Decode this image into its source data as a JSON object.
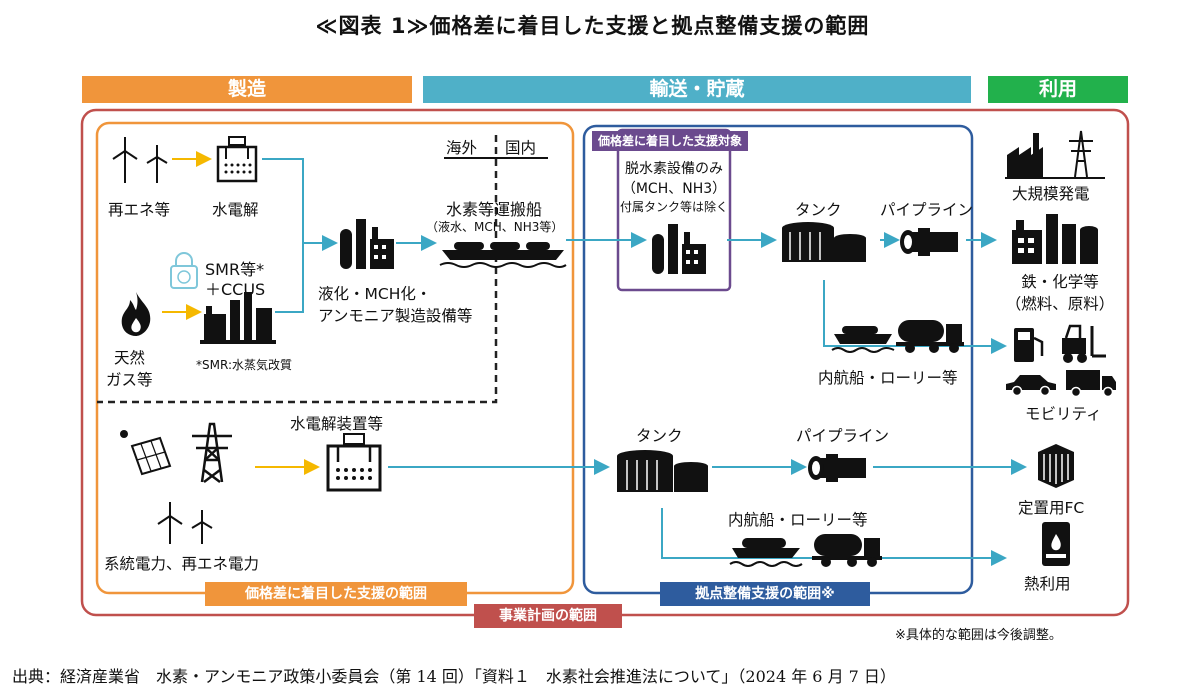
{
  "title": "≪図表 1≫価格差に着目した支援と拠点整備支援の範囲",
  "bands": {
    "manufacturing": "製造",
    "transport": "輸送・貯蔵",
    "use": "利用"
  },
  "colors": {
    "orange": "#F0953B",
    "teal": "#4FB0C8",
    "green": "#22B14C",
    "red": "#C0504D",
    "blue": "#2E5C9E",
    "purple": "#6B4A8E",
    "arrow": "#3BA7C4",
    "yellow_arrow": "#F5B800"
  },
  "nodes": {
    "renewables": "再エネ等",
    "electrolysis": "水電解",
    "smr_line1": "SMR等*",
    "smr_line2": "＋CCUS",
    "smr_note": "*SMR:水蒸気改質",
    "natural_gas_1": "天然",
    "natural_gas_2": "ガス等",
    "overseas": "海外",
    "domestic": "国内",
    "plant_line1": "液化・MCH化・",
    "plant_line2": "アンモニア製造設備等",
    "ship": "水素等運搬船",
    "ship_sub": "（液水、MCH、NH3等）",
    "support_target": "価格差に着目した支援対象",
    "dehydro_1": "脱水素設備のみ",
    "dehydro_2": "（MCH、NH3）",
    "dehydro_3": "付属タンク等は除く",
    "tank_top": "タンク",
    "pipeline_top": "パイプライン",
    "coastal_top": "内航船・ローリー等",
    "power": "大規模発電",
    "steel_1": "鉄・化学等",
    "steel_2": "（燃料、原料）",
    "mobility": "モビリティ",
    "grid_renew": "系統電力、再エネ電力",
    "electrolyzer": "水電解装置等",
    "tank_bottom": "タンク",
    "pipeline_bottom": "パイプライン",
    "coastal_bottom": "内航船・ローリー等",
    "fc": "定置用FC",
    "heat": "熱利用"
  },
  "tags": {
    "price_gap": "価格差に着目した支援の範囲",
    "hub": "拠点整備支援の範囲※",
    "business_plan": "事業計画の範囲"
  },
  "note": "※具体的な範囲は今後調整。",
  "source": "出典：経済産業省　水素・アンモニア政策小委員会（第 14 回）「資料１　水素社会推進法について」（2024 年 6 月 7 日）"
}
